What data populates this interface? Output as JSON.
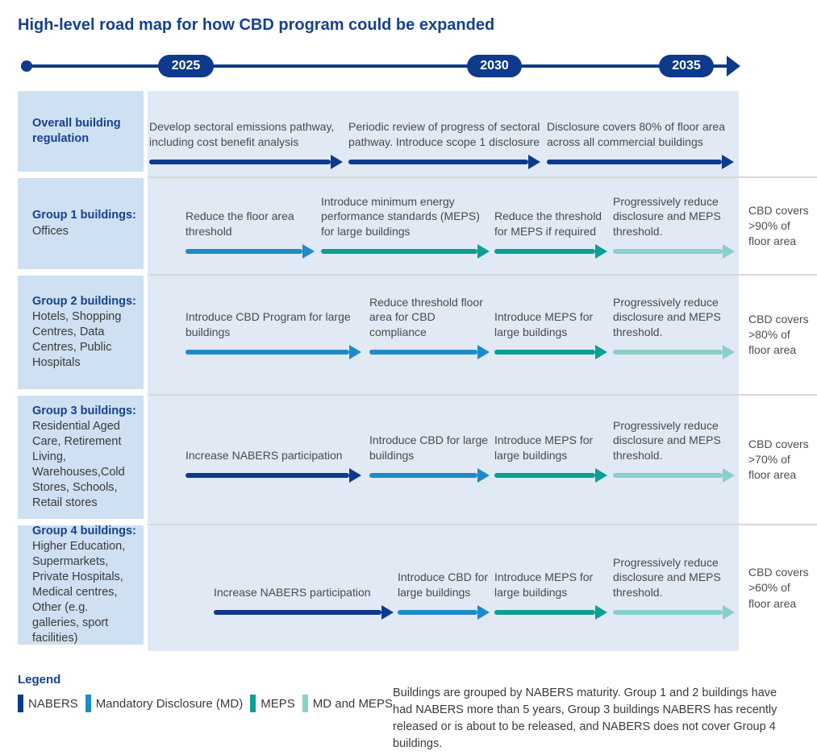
{
  "title": "High-level road map for how CBD program could be expanded",
  "timeline": {
    "years": [
      "2025",
      "2030",
      "2035"
    ]
  },
  "colors": {
    "navy": "#0E3A8C",
    "md": "#1E8BC9",
    "meps": "#0BA093",
    "md_meps": "#8AD0C8",
    "label_bg": "#CEE0F1",
    "panel_bg": "#E1E9F5",
    "title_text": "#16418C",
    "body_text": "#4A4A4A"
  },
  "rows": [
    {
      "label_title": "Overall building regulation",
      "label_body": "",
      "cbd": "",
      "phases": [
        {
          "text": "Develop sectoral emissions pathway, including cost benefit analysis",
          "type": "NABERS"
        },
        {
          "text": "Periodic review of progress of sectoral pathway. Introduce scope 1 disclosure",
          "type": "NABERS"
        },
        {
          "text": "Disclosure covers 80% of floor area across all commercial buildings",
          "type": "NABERS"
        }
      ]
    },
    {
      "label_title": "Group 1 buildings:",
      "label_body": "Offices",
      "cbd": "CBD covers >90% of floor area",
      "phases": [
        {
          "text": "Reduce the floor area threshold",
          "type": "Mandatory Disclosure (MD)"
        },
        {
          "text": "Introduce minimum energy performance standards (MEPS) for large buildings",
          "type": "MEPS"
        },
        {
          "text": "Reduce the threshold for MEPS if required",
          "type": "MEPS"
        },
        {
          "text": "Progressively reduce disclosure and MEPS threshold.",
          "type": "MD and MEPS"
        }
      ]
    },
    {
      "label_title": "Group 2 buildings:",
      "label_body": "Hotels, Shopping Centres, Data Centres, Public Hospitals",
      "cbd": "CBD covers >80% of floor area",
      "phases": [
        {
          "text": "Introduce CBD Program for large buildings",
          "type": "Mandatory Disclosure (MD)"
        },
        {
          "text": "Reduce threshold floor area for CBD compliance",
          "type": "Mandatory Disclosure (MD)"
        },
        {
          "text": "Introduce MEPS for large buildings",
          "type": "MEPS"
        },
        {
          "text": "Progressively reduce disclosure and MEPS threshold.",
          "type": "MD and MEPS"
        }
      ]
    },
    {
      "label_title": "Group 3 buildings:",
      "label_body": "Residential Aged Care, Retirement Living, Warehouses,Cold Stores, Schools, Retail stores",
      "cbd": "CBD covers >70% of floor area",
      "phases": [
        {
          "text": "Increase NABERS participation",
          "type": "NABERS"
        },
        {
          "text": "Introduce CBD for large buildings",
          "type": "Mandatory Disclosure (MD)"
        },
        {
          "text": "Introduce MEPS for large buildings",
          "type": "MEPS"
        },
        {
          "text": "Progressively reduce disclosure and MEPS threshold.",
          "type": "MD and MEPS"
        }
      ]
    },
    {
      "label_title": "Group 4 buildings:",
      "label_body": "Higher Education, Supermarkets, Private Hospitals, Medical centres, Other (e.g. galleries, sport facilities)",
      "cbd": "CBD covers >60% of floor area",
      "phases": [
        {
          "text": "Increase NABERS participation",
          "type": "NABERS"
        },
        {
          "text": "Introduce CBD for large buildings",
          "type": "Mandatory Disclosure (MD)"
        },
        {
          "text": "Introduce MEPS for large buildings",
          "type": "MEPS"
        },
        {
          "text": "Progressively reduce disclosure and MEPS threshold.",
          "type": "MD and MEPS"
        }
      ]
    }
  ],
  "legend": {
    "heading": "Legend",
    "items": [
      {
        "label": "NABERS",
        "color": "#0E3A8C"
      },
      {
        "label": "Mandatory Disclosure (MD)",
        "color": "#1E8BC9"
      },
      {
        "label": "MEPS",
        "color": "#0BA093"
      },
      {
        "label": "MD and MEPS",
        "color": "#8AD0C8"
      }
    ],
    "note": "Buildings are grouped by NABERS maturity. Group 1 and 2 buildings have had NABERS more than 5 years, Group 3 buildings NABERS has recently released or is about to be released, and NABERS does not cover Group 4 buildings."
  }
}
